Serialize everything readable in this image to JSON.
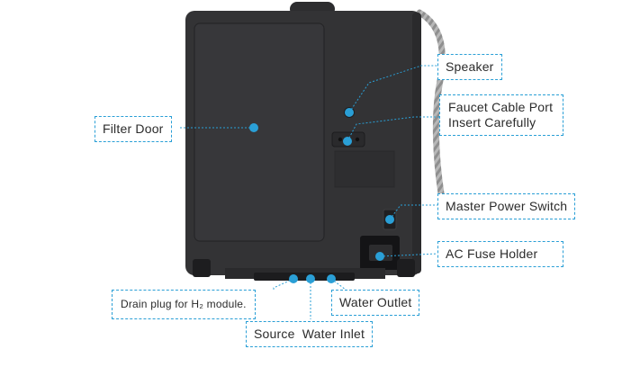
{
  "callouts": {
    "filter_door": "Filter Door",
    "speaker": "Speaker",
    "faucet_port_line1": "Faucet Cable Port",
    "faucet_port_line2": "Insert Carefully",
    "master_power": "Master Power Switch",
    "ac_fuse": "AC Fuse Holder",
    "drain_plug": "Drain plug for H₂ module.",
    "water_outlet": "Water Outlet",
    "source_inlet": "Source  Water Inlet"
  },
  "colors": {
    "accent": "#2a9fd6",
    "device_body": "#333335",
    "device_dark": "#222224",
    "hose": "#9a9a9a"
  },
  "icons": {
    "marker": "dot-marker",
    "hose": "braided-hose"
  }
}
